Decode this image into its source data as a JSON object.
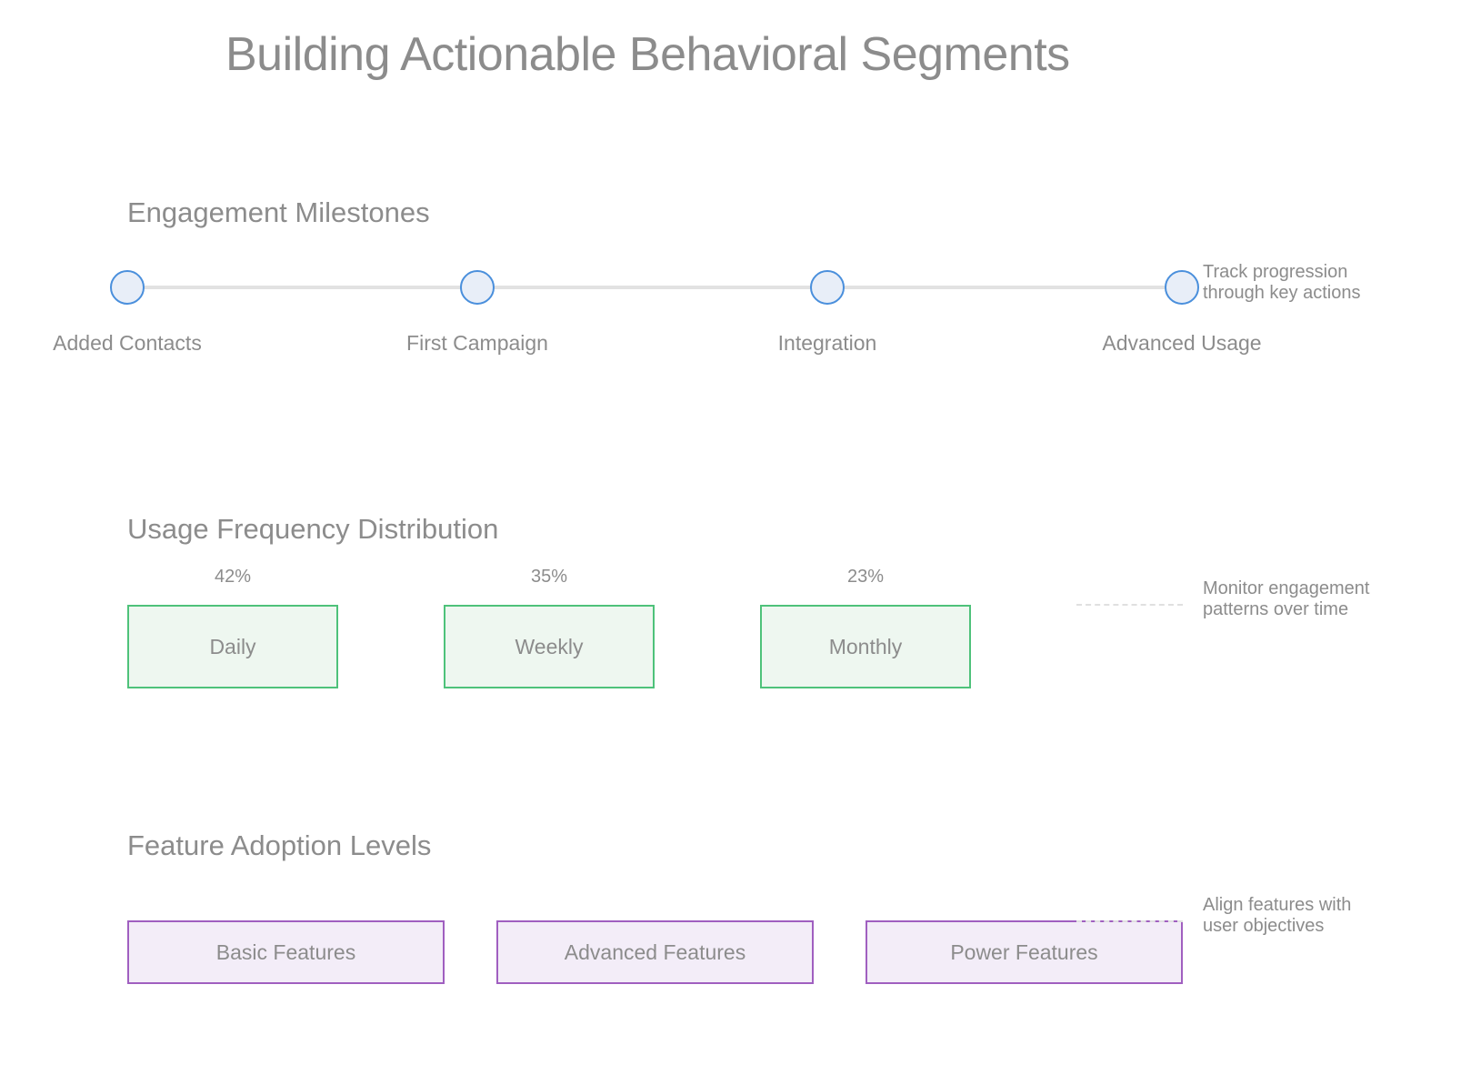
{
  "title": "Building Actionable Behavioral Segments",
  "milestones": {
    "heading": "Engagement Milestones",
    "items": [
      "Added Contacts",
      "First Campaign",
      "Integration",
      "Advanced Usage"
    ],
    "note_line1": "Track progression",
    "note_line2": "through key actions"
  },
  "frequency": {
    "heading": "Usage Frequency Distribution",
    "items": [
      {
        "label": "Daily",
        "percent": "42%"
      },
      {
        "label": "Weekly",
        "percent": "35%"
      },
      {
        "label": "Monthly",
        "percent": "23%"
      }
    ],
    "note_line1": "Monitor engagement",
    "note_line2": "patterns over time"
  },
  "features": {
    "heading": "Feature Adoption Levels",
    "items": [
      "Basic Features",
      "Advanced Features",
      "Power Features"
    ],
    "note_line1": "Align features with",
    "note_line2": "user objectives"
  },
  "colors": {
    "milestone_stroke": "#4a8fdc",
    "frequency_stroke": "#4ec27a",
    "feature_stroke": "#a05fc0"
  }
}
